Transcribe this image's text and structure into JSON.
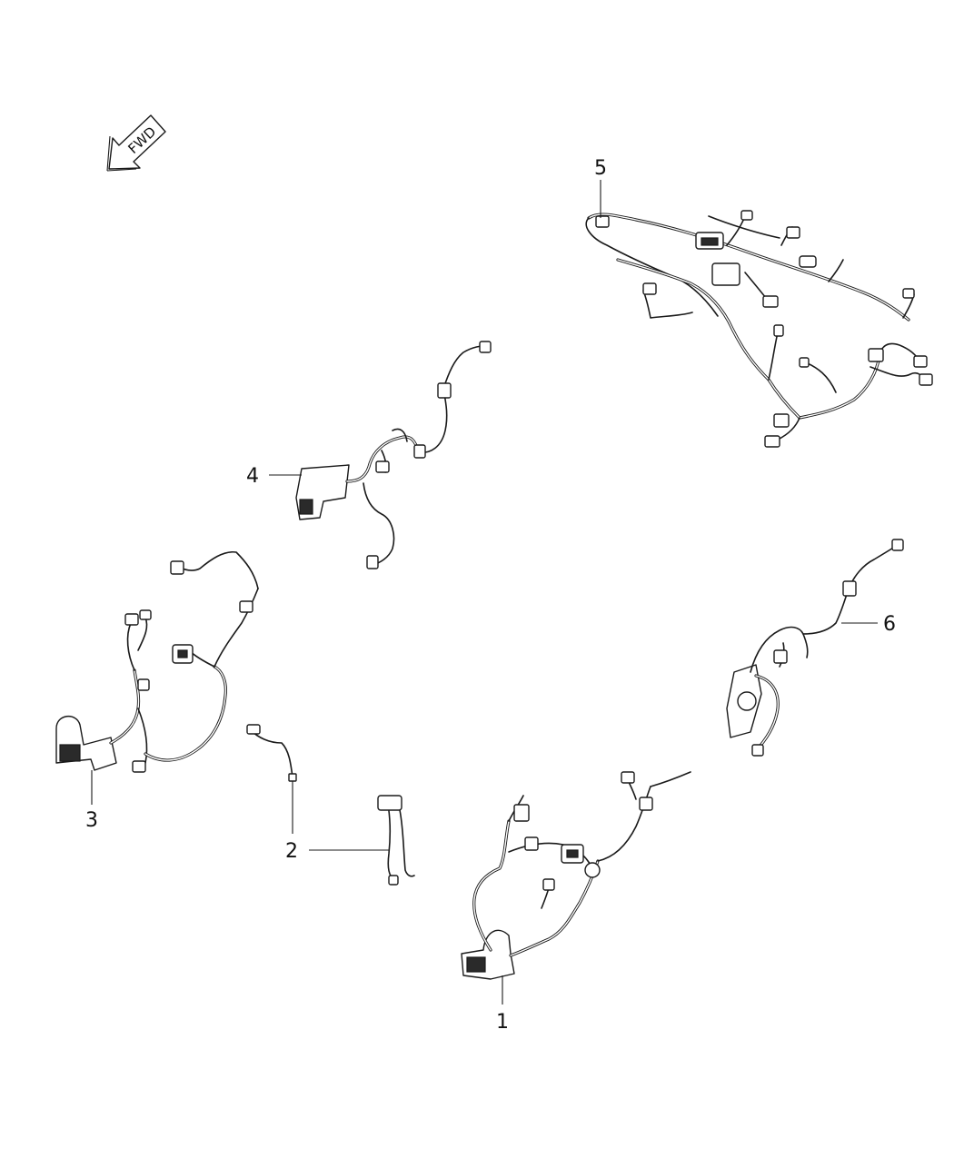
{
  "orientation": {
    "label": "FWD",
    "icon": "forward-arrow-icon"
  },
  "callouts": [
    {
      "id": "1",
      "label": "1"
    },
    {
      "id": "2",
      "label": "2"
    },
    {
      "id": "3",
      "label": "3"
    },
    {
      "id": "4",
      "label": "4"
    },
    {
      "id": "5",
      "label": "5"
    },
    {
      "id": "6",
      "label": "6"
    }
  ],
  "colors": {
    "line": "#1a1a1a",
    "background": "#ffffff"
  }
}
